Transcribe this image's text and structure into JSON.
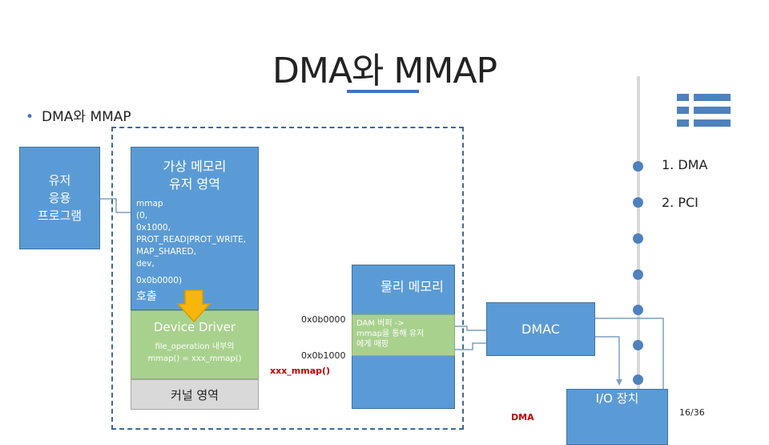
{
  "title": "DMA와 MMAP",
  "bullet": "DMA와 MMAP",
  "user_app": "유저\n응용\n프로그램",
  "virtual_memory": {
    "title": "가상 메모리\n유저 영역",
    "mmap_call": "mmap\n(0,\n0x1000,\nPROT_READ|PROT_WRITE,\nMAP_SHARED,\ndev,",
    "addr": "0x0b0000)",
    "call": "호출"
  },
  "device_driver": {
    "title": "Device Driver",
    "desc": "file_operation 내부의\nmmap() = xxx_mmap()"
  },
  "kernel_area": "커널 영역",
  "physical_memory": "물리 메모리",
  "addr_start": "0x0b0000",
  "addr_end": "0x0b1000",
  "xxx_mmap": "xxx_mmap()",
  "dma_buffer": "DAM 버퍼 ->\nmmap을 통해 유저\n에게 매핑",
  "dmac": "DMAC",
  "io_device": "I/O 장치",
  "dma_label": "DMA",
  "timeline": [
    "1. DMA",
    "2. PCI"
  ],
  "page_number": "16/36",
  "colors": {
    "accent": "#4472c4",
    "box_blue": "#5b9bd5",
    "box_green": "#a9d18e",
    "arrow_orange": "#f6b60b",
    "text_red": "#c00000"
  },
  "icons": [
    "list-icon",
    "down-arrow-icon"
  ]
}
